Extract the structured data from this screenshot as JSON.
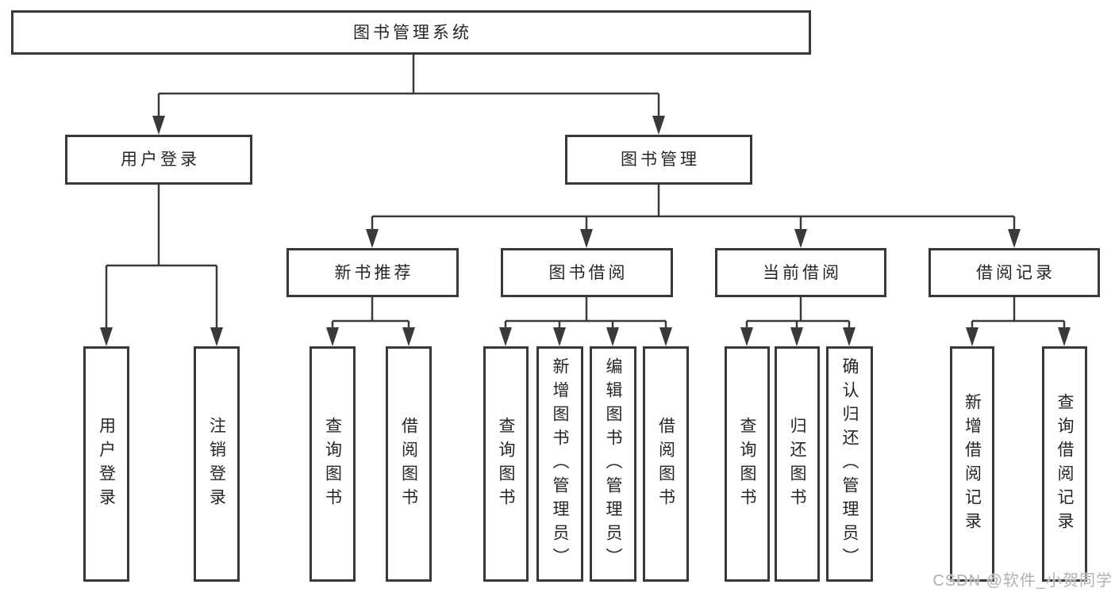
{
  "tree": {
    "root": {
      "label": "图书管理系统"
    },
    "branches": [
      {
        "label": "用户登录",
        "children": [
          {
            "label": "用户登录"
          },
          {
            "label": "注销登录"
          }
        ]
      },
      {
        "label": "图书管理",
        "sections": [
          {
            "label": "新书推荐",
            "children": [
              {
                "label": "查询图书"
              },
              {
                "label": "借阅图书"
              }
            ]
          },
          {
            "label": "图书借阅",
            "children": [
              {
                "label": "查询图书"
              },
              {
                "label": "新增图书（管理员）"
              },
              {
                "label": "编辑图书（管理员）"
              },
              {
                "label": "借阅图书"
              }
            ]
          },
          {
            "label": "当前借阅",
            "children": [
              {
                "label": "查询图书"
              },
              {
                "label": "归还图书"
              },
              {
                "label": "确认归还（管理员）"
              }
            ]
          },
          {
            "label": "借阅记录",
            "children": [
              {
                "label": "新增借阅记录"
              },
              {
                "label": "查询借阅记录"
              }
            ]
          }
        ]
      }
    ]
  },
  "watermark": {
    "text": "CSDN @软件_小贺同学"
  },
  "colors": {
    "line": "#3a3a3a",
    "box_border": "#383838",
    "text": "#262626",
    "background": "#ffffff",
    "watermark": "#b5afaf"
  }
}
